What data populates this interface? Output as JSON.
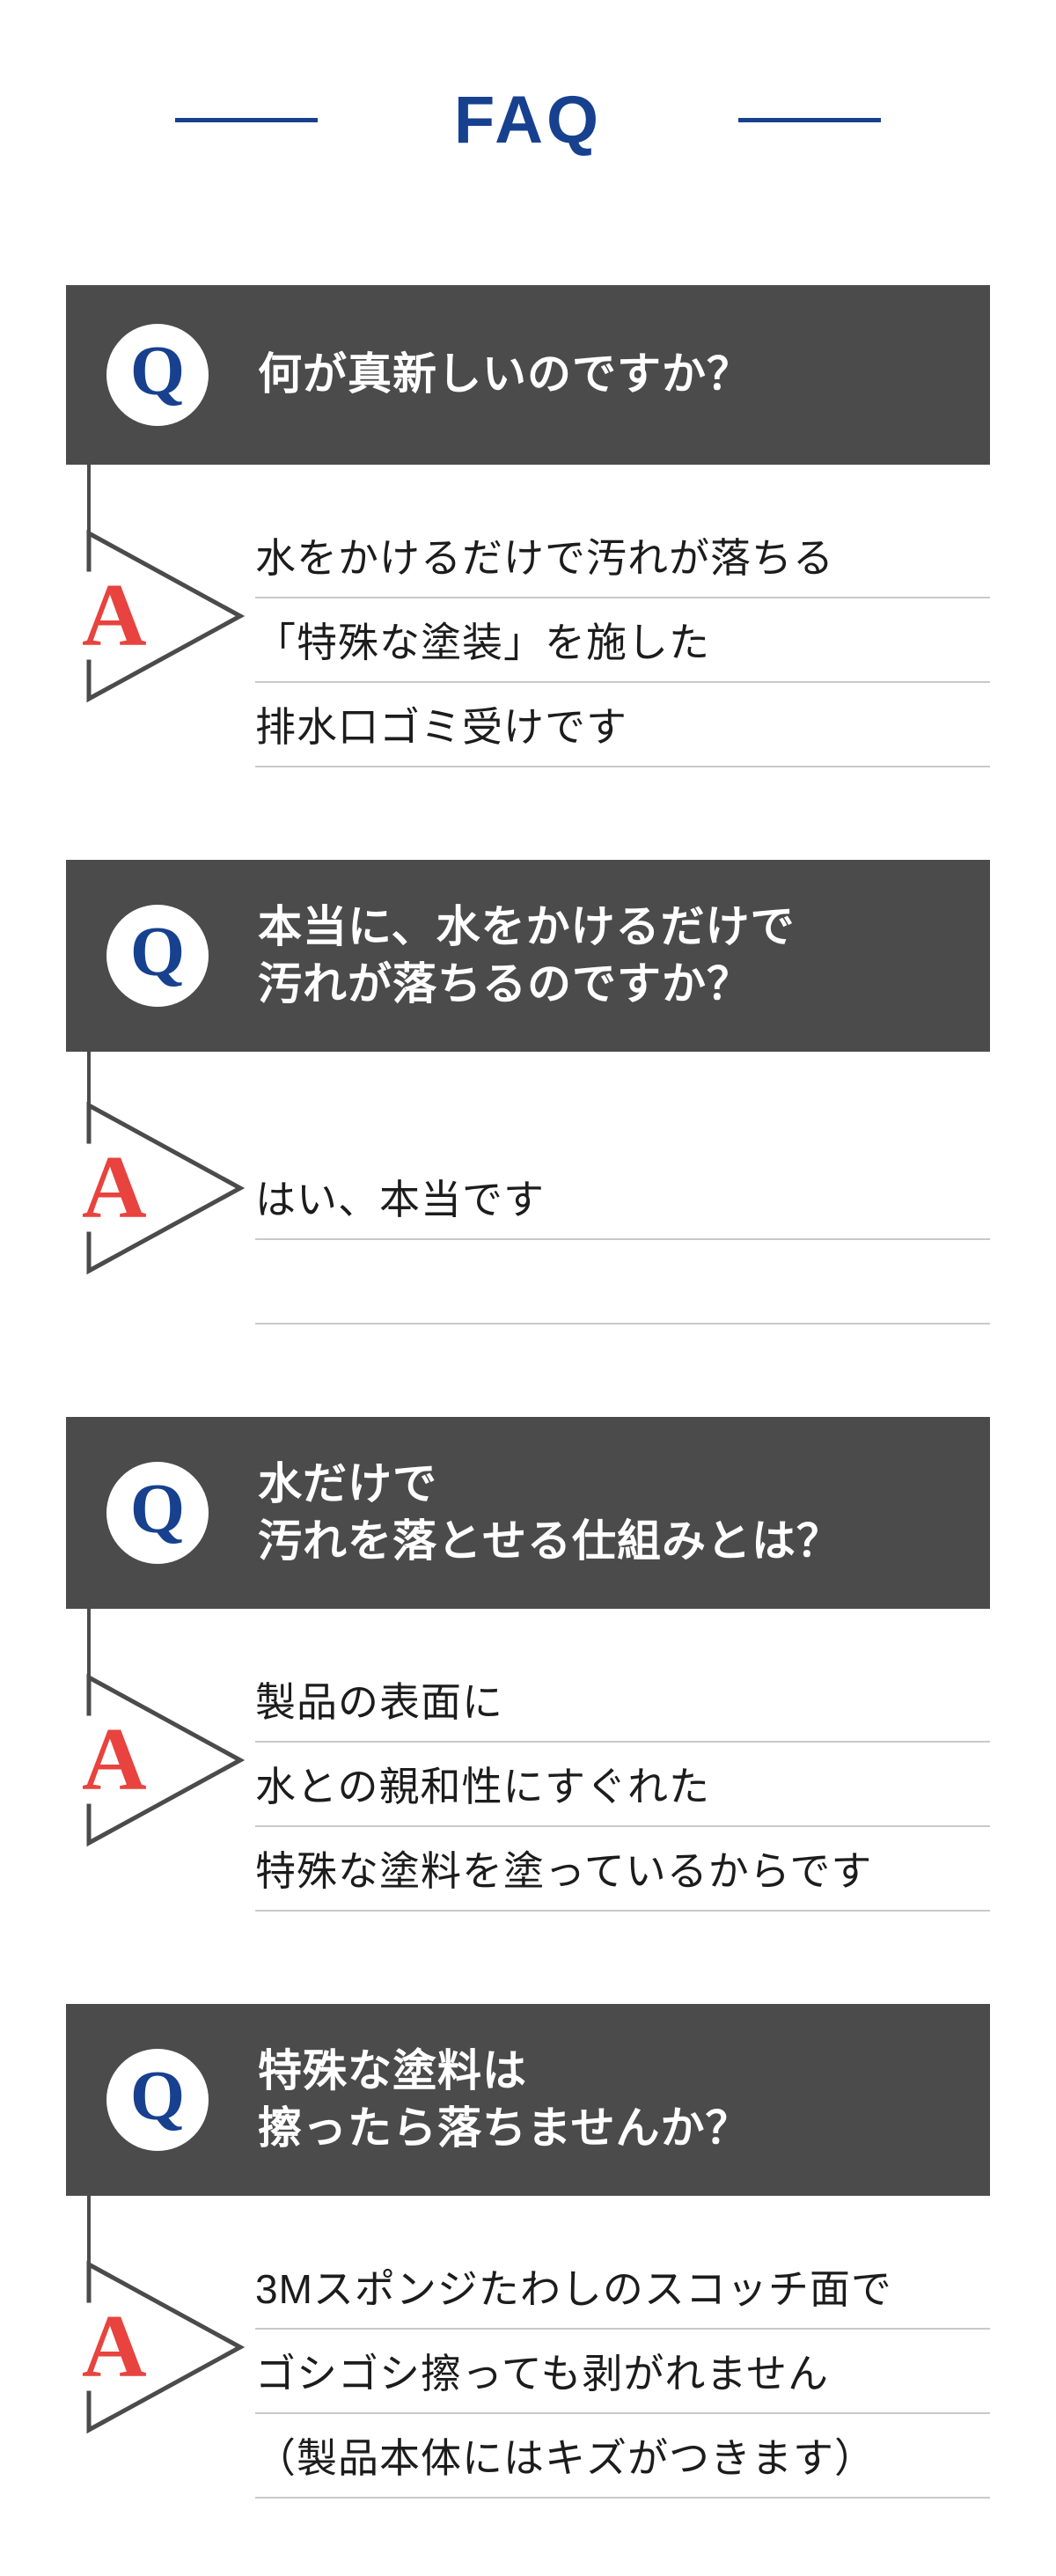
{
  "header": {
    "title": "FAQ"
  },
  "colors": {
    "accent_blue": "#17418f",
    "bar_gray": "#4b4b4b",
    "answer_red": "#e8433e",
    "rule_gray": "#c9c9c9",
    "question_text": "#ffffff",
    "answer_text": "#1c1c1c"
  },
  "faq": {
    "q_label": "Q",
    "a_label": "A",
    "blocks": [
      {
        "question_lines": [
          "何が真新しいのですか？"
        ],
        "answer_lines": [
          "水をかけるだけで汚れが落ちる",
          "「特殊な塗装」を施した",
          "排水口ゴミ受けです"
        ]
      },
      {
        "question_lines": [
          "本当に、水をかけるだけで",
          "汚れが落ちるのですか？"
        ],
        "answer_lines": [
          "はい、本当です",
          ""
        ]
      },
      {
        "question_lines": [
          "水だけで",
          "汚れを落とせる仕組みとは？"
        ],
        "answer_lines": [
          "製品の表面に",
          "水との親和性にすぐれた",
          "特殊な塗料を塗っているからです"
        ]
      },
      {
        "question_lines": [
          "特殊な塗料は",
          "擦ったら落ちませんか？"
        ],
        "answer_lines": [
          "3Mスポンジたわしのスコッチ面で",
          "ゴシゴシ擦っても剥がれません",
          "（製品本体にはキズがつきます）"
        ]
      }
    ]
  }
}
